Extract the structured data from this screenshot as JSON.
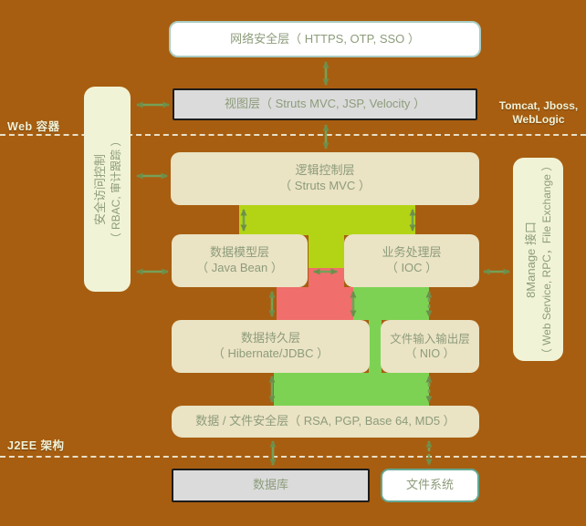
{
  "colors": {
    "background": "#A75E10",
    "box_beige": "#EAE3C4",
    "box_pale": "#F1F3D6",
    "box_gray": "#DBDBDB",
    "band_chartreuse": "#B3D414",
    "band_green": "#7DD254",
    "band_red": "#F06E6C",
    "arrow_green": "#75A058",
    "text_olive": "#8D9C7B",
    "label_cream": "#F0F2D8",
    "border_mint": "#A9CCC2",
    "border_teal": "#64A892",
    "border_black": "#1C1C1C",
    "dash_line": "#EDEBD8"
  },
  "labels": {
    "web_container": "Web 容器",
    "j2ee_arch": "J2EE 架构",
    "server_line1": "Tomcat, Jboss,",
    "server_line2": "WebLogic"
  },
  "nodes": {
    "network_security": {
      "title": "网络安全层（ HTTPS, OTP, SSO ）"
    },
    "view_layer": {
      "title": "视图层（ Struts MVC, JSP, Velocity ）"
    },
    "logic_control": {
      "line1": "逻辑控制层",
      "line2": "（ Struts MVC ）"
    },
    "data_model": {
      "line1": "数据模型层",
      "line2": "（ Java Bean ）"
    },
    "business_process": {
      "line1": "业务处理层",
      "line2": "（ IOC ）"
    },
    "data_persistence": {
      "line1": "数据持久层",
      "line2": "（ Hibernate/JDBC ）"
    },
    "file_io": {
      "line1": "文件输入输出层",
      "line2": "（ NIO ）"
    },
    "data_file_security": {
      "title": "数据 / 文件安全层（ RSA, PGP, Base 64, MD5 ）"
    },
    "database": {
      "title": "数据库"
    },
    "file_system": {
      "title": "文件系统"
    },
    "access_control": {
      "line1": "安全访问控制",
      "line2": "（ RBAC, 审计跟踪 ）"
    },
    "manage_interface": {
      "line1": "8Manage 接口",
      "line2": "（ Web Service, RPC，File Exchange ）"
    }
  }
}
